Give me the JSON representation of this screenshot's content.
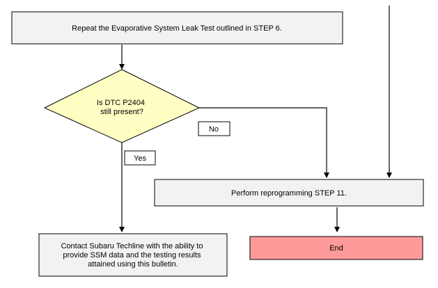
{
  "colors": {
    "process_fill": "#f2f2f2",
    "decision_fill": "#ffffc4",
    "end_fill": "#ff9a9a",
    "line": "#000000",
    "label_fill": "#ffffff"
  },
  "nodes": {
    "repeat_test": {
      "lines": [
        "Repeat the Evaporative System Leak Test outlined in STEP 6."
      ]
    },
    "decision": {
      "lines": [
        "Is DTC P2404",
        "still present?"
      ]
    },
    "reprogram": {
      "lines": [
        "Perform reprogramming STEP 11."
      ]
    },
    "contact": {
      "lines": [
        "Contact Subaru Techline with the ability to",
        "provide SSM data and the testing results",
        "attained using this bulletin."
      ]
    },
    "end": {
      "lines": [
        "End"
      ]
    }
  },
  "labels": {
    "no": "No",
    "yes": "Yes"
  }
}
